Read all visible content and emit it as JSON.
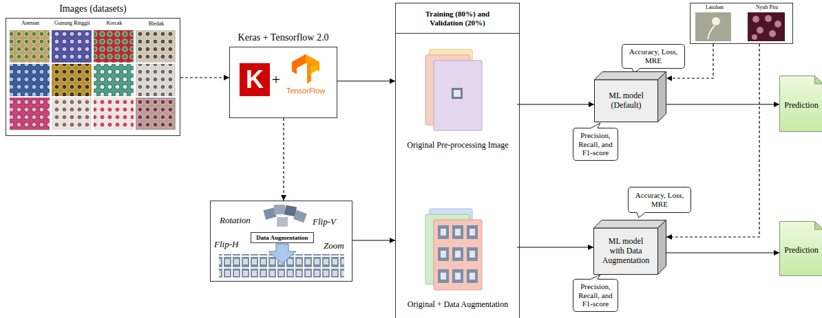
{
  "diagram": {
    "nodes": [
      {
        "text": [
          "Images (datasets)",
          "Aseman",
          "Gunung Ringgit",
          "Krecak",
          "Bledak"
        ]
      },
      {
        "text": [
          "Keras + Tensorflow 2.0",
          "K",
          "+",
          "TensorFlow"
        ]
      },
      {
        "text": [
          "Rotation",
          "Flip-V",
          "Flip-H",
          "Zoom"
        ]
      },
      {
        "text": [
          "Data Augmentation"
        ],
        "in": 2
      },
      {
        "text": [
          "Training (80%) and Validation (20%)"
        ]
      },
      {
        "text": [
          "Original Pre-processing Image"
        ],
        "in": 4
      },
      {
        "text": [
          "Original + Data Augmentation"
        ],
        "in": 4
      },
      {
        "text": [
          "Latohan",
          "Nyuh Pitu"
        ]
      },
      {
        "text": [
          "Accuracy, Loss, MRE"
        ]
      },
      {
        "text": [
          "ML model (Default)"
        ]
      },
      {
        "text": [
          "Precision, Recall, and F1-score"
        ]
      },
      {
        "text": [
          "Prediction"
        ]
      },
      {
        "text": [
          "Accuracy, Loss, MRE"
        ]
      },
      {
        "text": [
          "ML model with Data Augmentation"
        ]
      },
      {
        "text": [
          "Precision, Recall, and F1-score"
        ]
      },
      {
        "text": [
          "Prediction"
        ]
      }
    ],
    "edges": [
      {
        "from": 0,
        "to": 1,
        "arrow": "to"
      },
      {
        "from": 1,
        "to": 4,
        "arrow": "to"
      },
      {
        "from": 1,
        "to": 2,
        "arrow": "to"
      },
      {
        "from": 2,
        "to": 4,
        "arrow": "to"
      },
      {
        "from": 5,
        "to": 9,
        "arrow": "to"
      },
      {
        "from": 6,
        "to": 13,
        "arrow": "to"
      },
      {
        "from": 9,
        "to": 11,
        "arrow": "to"
      },
      {
        "from": 13,
        "to": 15,
        "arrow": "to"
      },
      {
        "from": 7,
        "to": 9,
        "arrow": "to"
      },
      {
        "from": 7,
        "to": 13,
        "arrow": "to"
      }
    ]
  }
}
